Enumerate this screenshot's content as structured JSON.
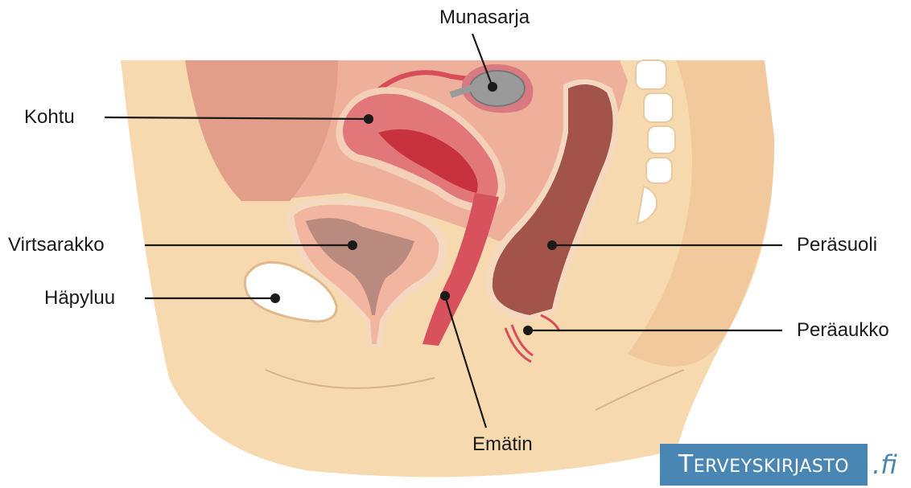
{
  "labels": {
    "ovary": "Munasarja",
    "uterus": "Kohtu",
    "bladder": "Virtsarakko",
    "pubic_bone": "Häpyluu",
    "vagina": "Emätin",
    "rectum": "Peräsuoli",
    "anus": "Peräaukko"
  },
  "logo": {
    "name": "Terveyskirjasto",
    "domain": ".fi"
  },
  "colors": {
    "skin": "#f7d9b0",
    "tissue_pink": "#eeb09a",
    "uterus": "#e2777a",
    "uterus_cavity": "#c8323f",
    "bladder": "#f2b6a0",
    "bladder_inner": "#b98a7e",
    "rectum": "#a2534a",
    "bone": "#ffffff",
    "ovary": "#9a9a9a",
    "brand": "#4a86b3"
  }
}
